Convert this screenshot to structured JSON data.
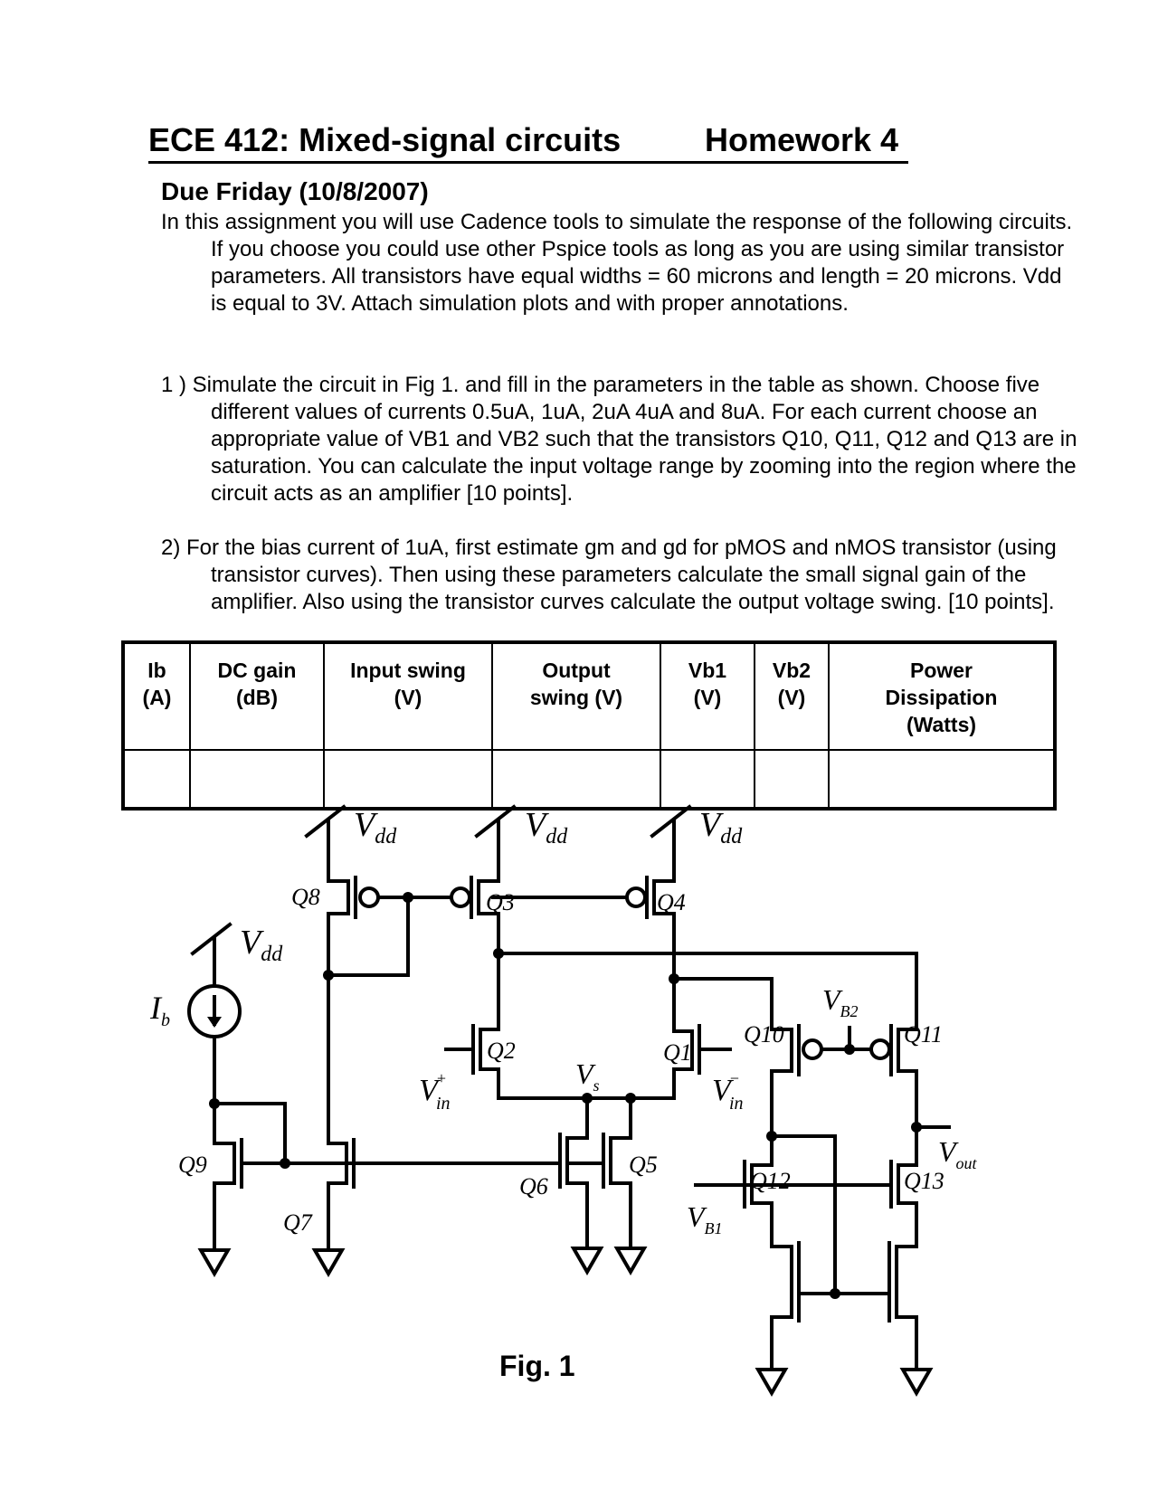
{
  "header": {
    "course_title": "ECE 412: Mixed-signal circuits",
    "homework": "Homework 4"
  },
  "due": "Due Friday (10/8/2007)",
  "intro": "In this assignment you will use Cadence tools to simulate the response of the following circuits. If you choose you could use other Pspice tools as long as you are using similar transistor parameters. All transistors have equal widths = 60 microns and length = 20 microns. Vdd is equal to 3V. Attach simulation plots and with proper annotations.",
  "questions": [
    "1 ) Simulate the circuit in Fig 1. and fill in the parameters in the table as shown. Choose five different values of currents 0.5uA, 1uA, 2uA 4uA and 8uA. For each current choose an appropriate value of VB1 and VB2 such that the transistors Q10, Q11, Q12 and Q13 are in saturation.  You can calculate the input voltage range by zooming into the region where the circuit acts as an amplifier [10 points].",
    "2) For the bias current of 1uA, first estimate gm and gd for pMOS and nMOS transistor (using transistor curves). Then using these parameters calculate the small signal gain of the amplifier. Also using the transistor curves calculate the output voltage swing. [10 points]."
  ],
  "table": {
    "headers": [
      [
        "Ib",
        "(A)"
      ],
      [
        "DC gain",
        "(dB)"
      ],
      [
        "Input swing",
        "(V)"
      ],
      [
        "Output",
        "swing (V)"
      ],
      [
        "Vb1",
        "(V)"
      ],
      [
        "Vb2",
        "(V)"
      ],
      [
        "Power",
        "Dissipation",
        "(Watts)"
      ]
    ],
    "rows": [
      [
        "",
        "",
        "",
        "",
        "",
        "",
        ""
      ]
    ]
  },
  "circuit": {
    "labels": {
      "vdd_main": "V",
      "vdd_sub": "dd",
      "ib_main": "I",
      "ib_sub": "b",
      "vin_main": "V",
      "vin_sub": "in",
      "vin_plus": "+",
      "vin_minus": "−",
      "vs_main": "V",
      "vs_sub": "s",
      "vb1_main": "V",
      "vb1_sub": "B1",
      "vb2_main": "V",
      "vb2_sub": "B2",
      "vout_main": "V",
      "vout_sub": "out"
    },
    "transistors": [
      "Q1",
      "Q2",
      "Q3",
      "Q4",
      "Q5",
      "Q6",
      "Q7",
      "Q8",
      "Q9",
      "Q10",
      "Q11",
      "Q12",
      "Q13"
    ]
  },
  "figure_caption": "Fig. 1"
}
